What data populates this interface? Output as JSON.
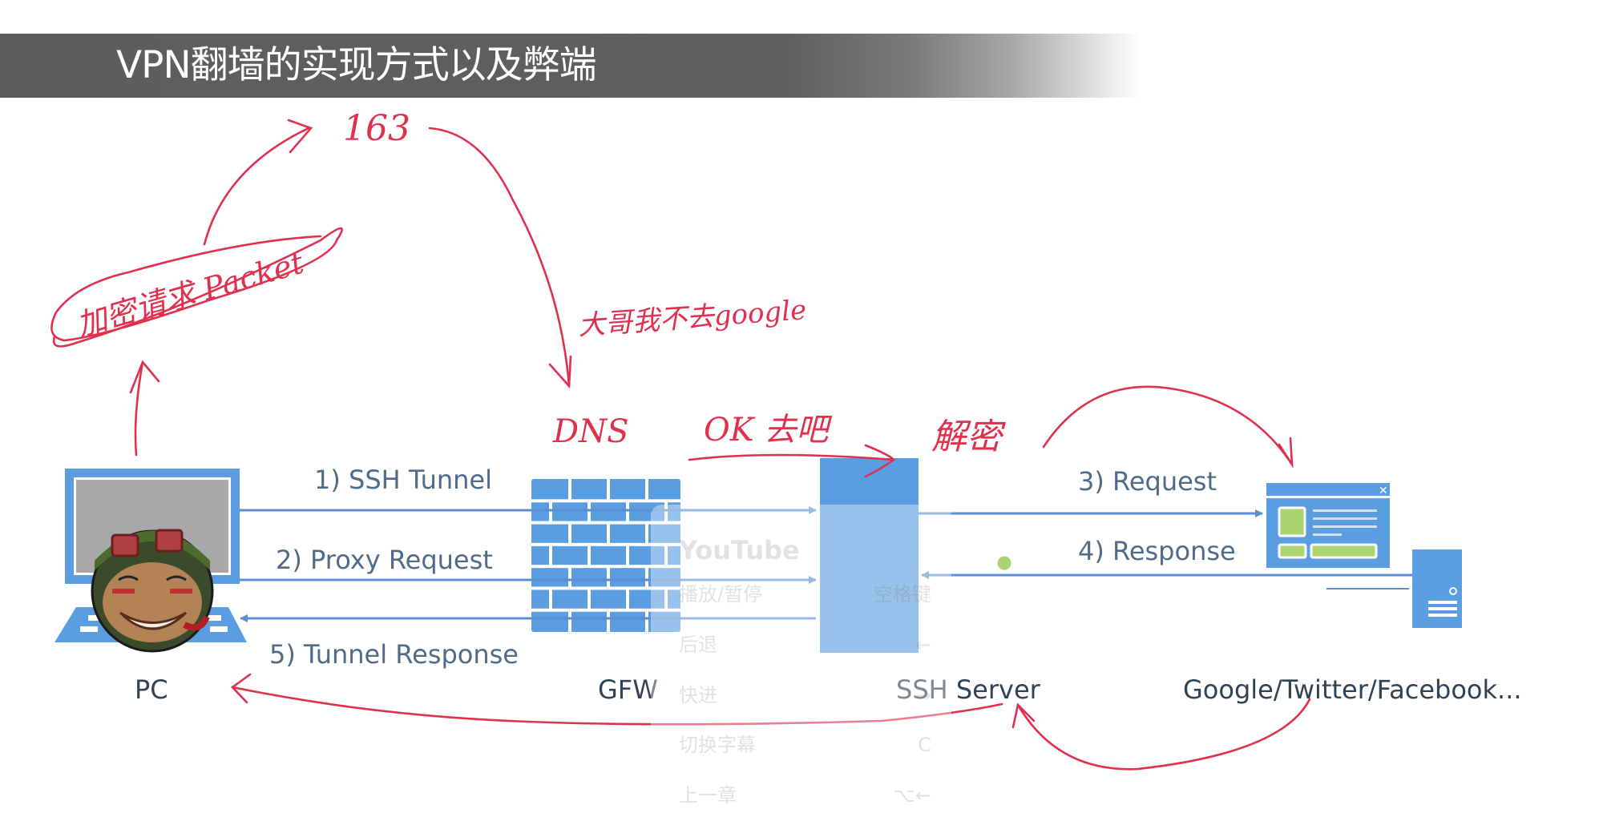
{
  "slide": {
    "title": "VPN翻墙的实现方式以及弊端"
  },
  "diagram": {
    "nodes": {
      "pc": "PC",
      "gfw": "GFW",
      "ssh_server": "SSH Server",
      "sites": "Google/Twitter/Facebook..."
    },
    "steps": {
      "s1": "1) SSH Tunnel",
      "s2": "2) Proxy Request",
      "s3": "3) Request",
      "s4": "4) Response",
      "s5": "5) Tunnel Response"
    },
    "colors": {
      "icon_blue": "#5a9de0",
      "line_blue": "#5b8fd0",
      "accent_green": "#a9d46f",
      "annotation_red": "#e0304e",
      "screen_gray": "#a8a8ab"
    }
  },
  "annotations": {
    "packet": "加密请求 Packet",
    "site_163": "163",
    "dns_note": "大哥我不去google",
    "dns": "DNS",
    "ok": "OK 去吧",
    "decrypt": "解密"
  },
  "player_overlay": {
    "brand": "YouTube",
    "shortcuts": [
      {
        "action": "播放/暂停",
        "key": "空格键"
      },
      {
        "action": "后退",
        "key": "←"
      },
      {
        "action": "快进",
        "key": "→"
      },
      {
        "action": "切换字幕",
        "key": "C"
      },
      {
        "action": "上一章",
        "key": "⌥←"
      }
    ]
  }
}
